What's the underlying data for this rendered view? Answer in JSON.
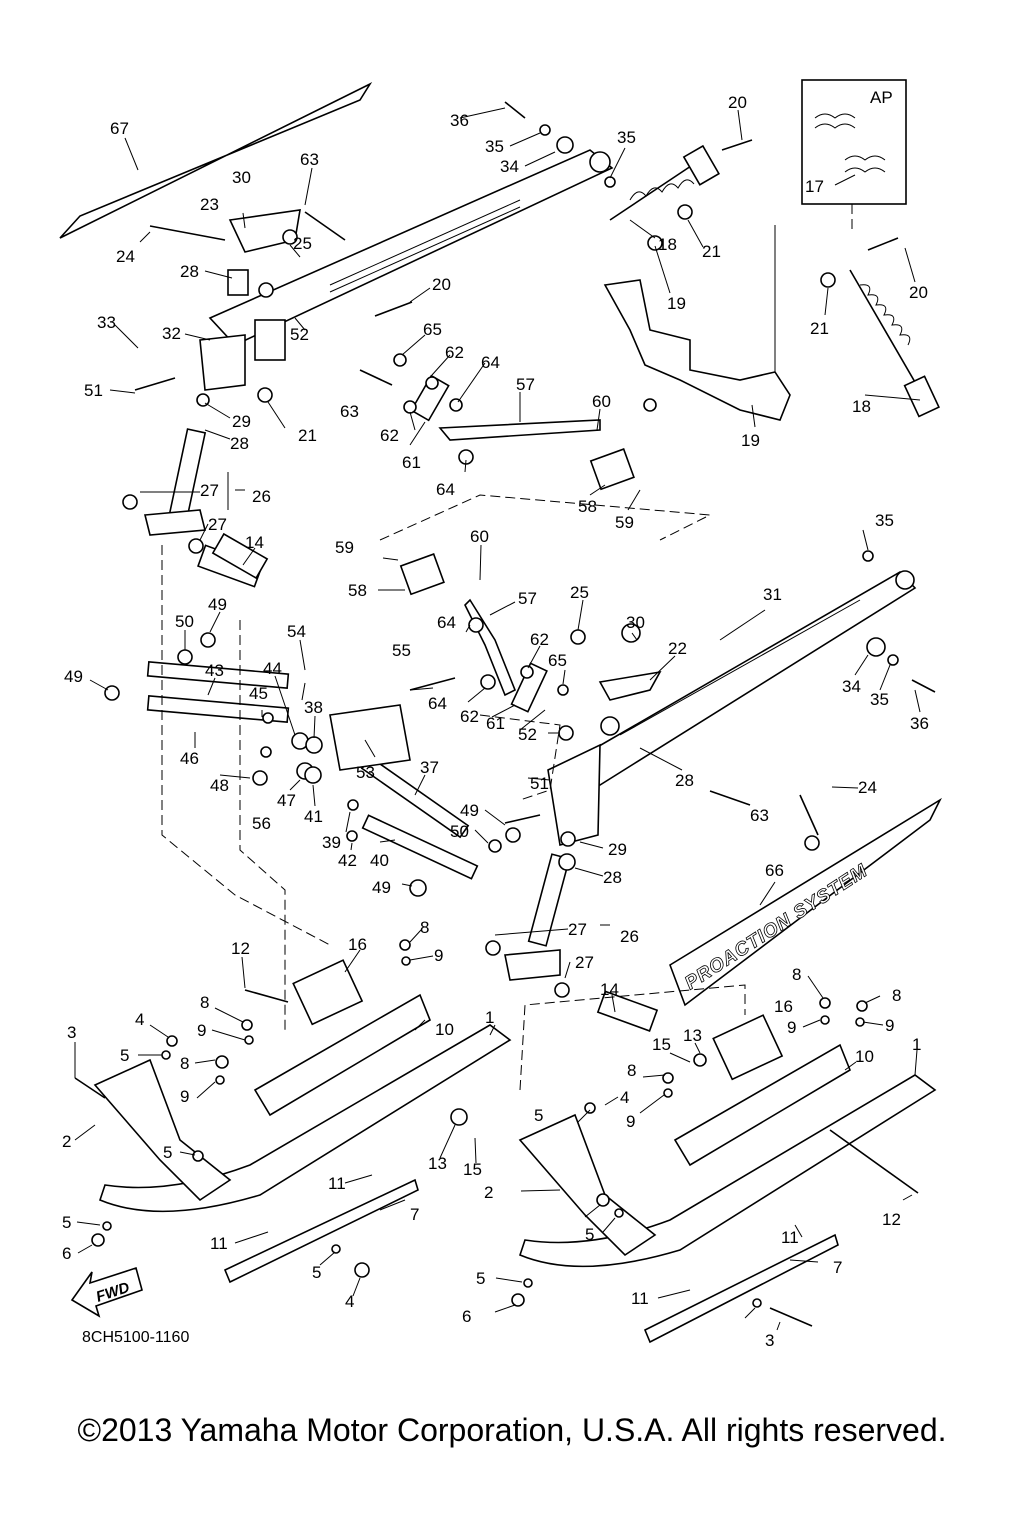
{
  "diagram": {
    "part_code": "8CH5100-1160",
    "inset_label": "AP",
    "direction_label": "FWD",
    "decal_text": "PROACTION SYSTEM",
    "callouts": [
      "1",
      "1",
      "2",
      "2",
      "3",
      "3",
      "4",
      "4",
      "4",
      "5",
      "5",
      "5",
      "5",
      "5",
      "5",
      "5",
      "6",
      "6",
      "7",
      "7",
      "8",
      "8",
      "8",
      "8",
      "8",
      "8",
      "9",
      "9",
      "9",
      "9",
      "9",
      "9",
      "10",
      "10",
      "11",
      "11",
      "11",
      "11",
      "12",
      "12",
      "13",
      "13",
      "14",
      "14",
      "15",
      "15",
      "16",
      "16",
      "17",
      "18",
      "18",
      "19",
      "19",
      "20",
      "20",
      "20",
      "21",
      "21",
      "21",
      "22",
      "23",
      "24",
      "24",
      "25",
      "25",
      "26",
      "26",
      "27",
      "27",
      "27",
      "27",
      "28",
      "28",
      "28",
      "28",
      "29",
      "29",
      "30",
      "30",
      "31",
      "32",
      "33",
      "34",
      "34",
      "35",
      "35",
      "35",
      "35",
      "36",
      "36",
      "37",
      "38",
      "39",
      "40",
      "41",
      "42",
      "43",
      "44",
      "45",
      "46",
      "47",
      "48",
      "49",
      "49",
      "49",
      "49",
      "50",
      "50",
      "51",
      "51",
      "52",
      "52",
      "53",
      "54",
      "55",
      "56",
      "57",
      "57",
      "58",
      "58",
      "59",
      "59",
      "60",
      "60",
      "61",
      "61",
      "62",
      "62",
      "62",
      "62",
      "63",
      "63",
      "63",
      "64",
      "64",
      "64",
      "64",
      "65",
      "65",
      "66",
      "67"
    ]
  },
  "footer": {
    "copyright": "©2013 Yamaha Motor Corporation, U.S.A. All rights reserved."
  }
}
